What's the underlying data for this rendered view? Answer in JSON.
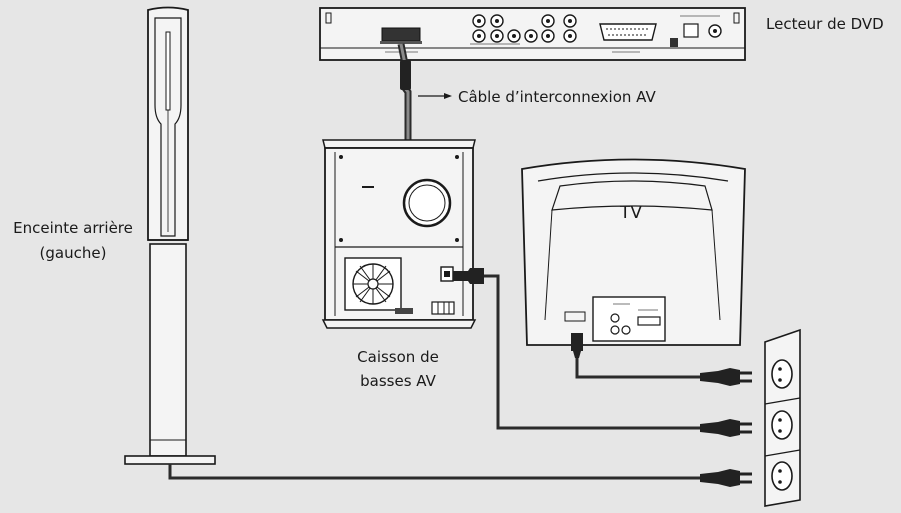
{
  "labels": {
    "dvd_player": "Lecteur de DVD",
    "av_cable": "Câble d’interconnexion AV",
    "tv": "TV",
    "rear_speaker_line1": "Enceinte arrière",
    "rear_speaker_line2": "(gauche)",
    "subwoofer_line1": "Caisson de",
    "subwoofer_line2": "basses AV"
  },
  "colors": {
    "background": "#e6e6e6",
    "device_fill": "#f4f4f4",
    "outline": "#1a1a1a",
    "cable": "#2b2b2b",
    "cable_highlight": "#8a8a8a"
  }
}
